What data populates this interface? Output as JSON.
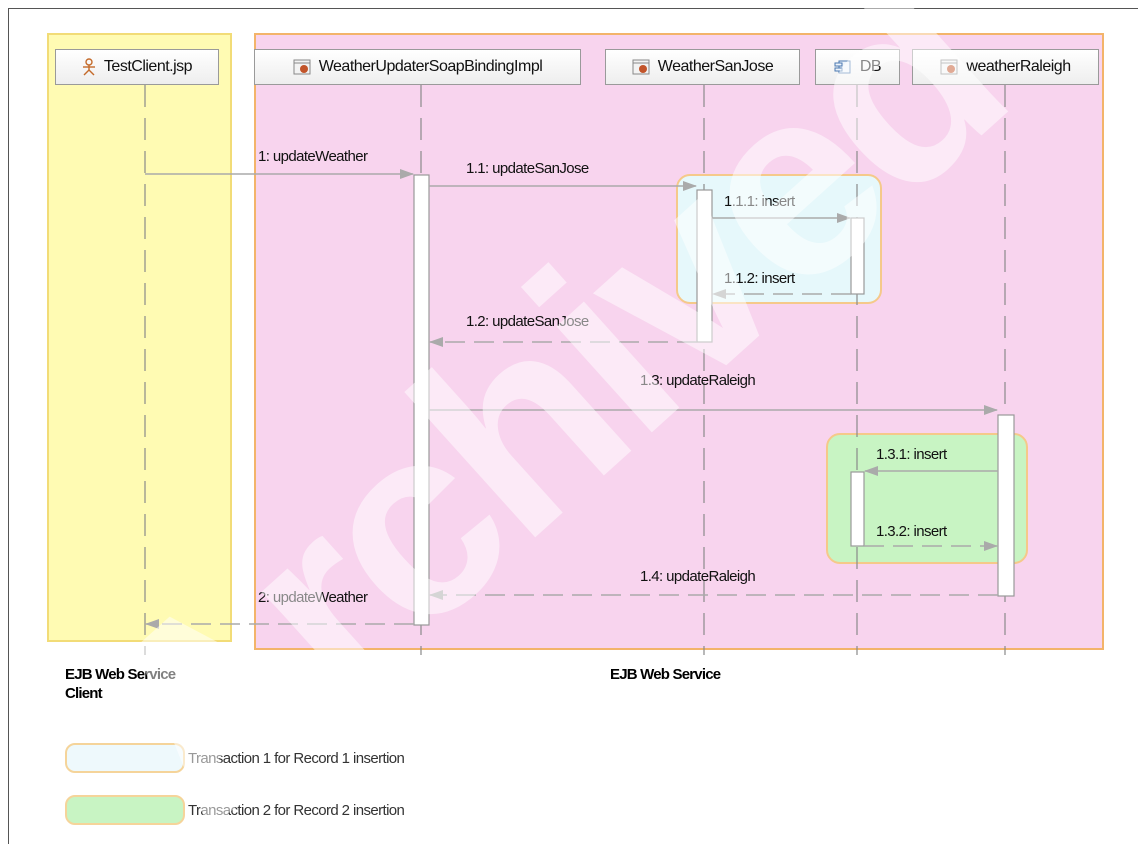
{
  "lifelines": {
    "test_client": {
      "label": "TestClient.jsp",
      "icon": "actor-icon"
    },
    "soap_binding": {
      "label": "WeatherUpdaterSoapBindingImpl",
      "icon": "bean-icon"
    },
    "san_jose": {
      "label": "WeatherSanJose",
      "icon": "bean-icon"
    },
    "db": {
      "label": "DB",
      "icon": "component-icon"
    },
    "raleigh": {
      "label": "weatherRaleigh",
      "icon": "bean-icon"
    }
  },
  "messages": {
    "m1": "1: updateWeather",
    "m1_1": "1.1: updateSanJose",
    "m1_1_1": "1.1.1: insert",
    "m1_1_2": "1.1.2: insert",
    "m1_2": "1.2: updateSanJose",
    "m1_3": "1.3: updateRaleigh",
    "m1_3_1": "1.3.1: insert",
    "m1_3_2": "1.3.2: insert",
    "m1_4": "1.4: updateRaleigh",
    "m2": "2: updateWeather"
  },
  "regions": {
    "client": "EJB Web Service Client",
    "service": "EJB Web Service"
  },
  "legend": {
    "transaction_1": "Transaction 1 for Record 1 insertion",
    "transaction_2": "Transaction 2 for Record 2 insertion"
  },
  "watermark": "Archived",
  "colors": {
    "client_region": "#fffbb3",
    "service_region": "#f8d4ee",
    "transaction_1": "#e6f8fb",
    "transaction_2": "#c8f4c3"
  }
}
